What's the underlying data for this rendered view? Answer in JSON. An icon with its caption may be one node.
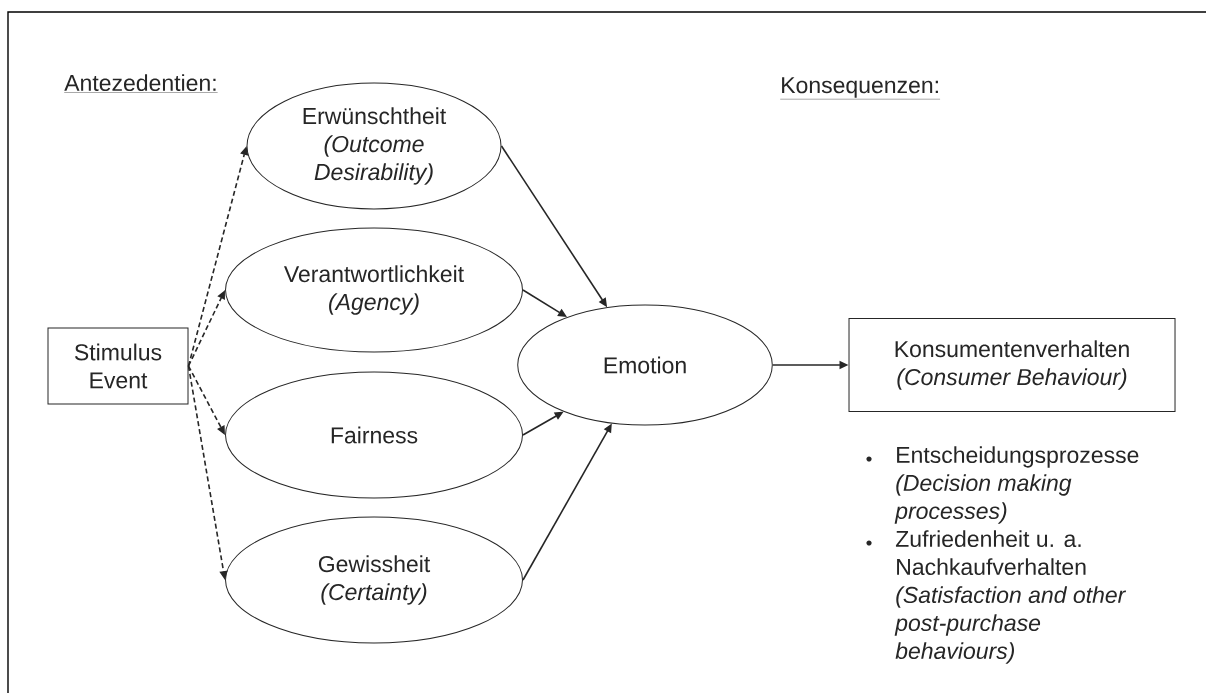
{
  "diagram": {
    "nodes": [
      {
        "text": [
          "Stimulus Event"
        ]
      },
      {
        "text": [
          "Erwünschtheit",
          "(Outcome Desirability)"
        ]
      },
      {
        "text": [
          "Verantwortlichkeit",
          "(Agency)"
        ]
      },
      {
        "text": [
          "Fairness"
        ]
      },
      {
        "text": [
          "Gewissheit",
          "(Certainty)"
        ]
      },
      {
        "text": [
          "Emotion"
        ]
      },
      {
        "text": [
          "Konsumentenverhalten",
          "(Consumer Behaviour)"
        ]
      }
    ],
    "edges": [
      {
        "from": 0,
        "to": 1,
        "arrow": "to",
        "style": "dashed"
      },
      {
        "from": 0,
        "to": 2,
        "arrow": "to",
        "style": "dashed"
      },
      {
        "from": 0,
        "to": 3,
        "arrow": "to",
        "style": "dashed"
      },
      {
        "from": 0,
        "to": 4,
        "arrow": "to",
        "style": "dashed"
      },
      {
        "from": 1,
        "to": 5,
        "arrow": "to"
      },
      {
        "from": 2,
        "to": 5,
        "arrow": "to"
      },
      {
        "from": 3,
        "to": 5,
        "arrow": "to"
      },
      {
        "from": 4,
        "to": 5,
        "arrow": "to"
      },
      {
        "from": 5,
        "to": 6,
        "arrow": "to"
      }
    ],
    "labels": [
      "Antezedentien:",
      "Konsequenzen:",
      "Entscheidungsprozesse",
      "(Decision making processes)",
      "Zufriedenheit u. a. Nachkaufverhalten",
      "(Satisfaction and other post-purchase behaviours)"
    ]
  }
}
